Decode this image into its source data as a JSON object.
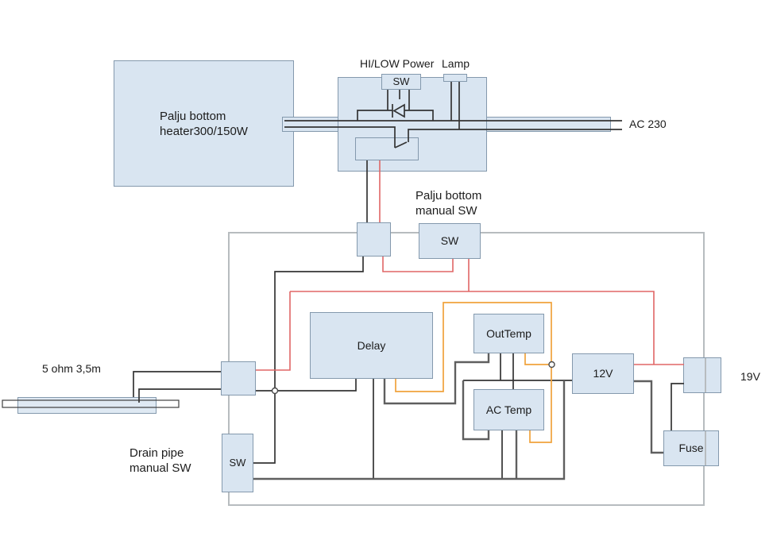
{
  "colors": {
    "box_fill": "#d9e5f1",
    "box_border": "#8499ad",
    "enclosure_border": "#b7bcbf",
    "wire_dark": "#343434",
    "wire_gray": "#5f5f5f",
    "wire_red": "#e06666",
    "wire_orange": "#f0a23c",
    "text": "#1c1c1c"
  },
  "labels": {
    "hilow_power": "HI/LOW Power",
    "lamp": "Lamp",
    "ac_230": "AC 230",
    "heater": {
      "line1": "Palju bottom",
      "line2": "heater300/150W"
    },
    "manual_sw": {
      "line1": "Palju bottom",
      "line2": "manual SW"
    },
    "resistance": "5 ohm 3,5m",
    "drain": {
      "line1": "Drain pipe",
      "line2": "manual SW"
    },
    "v19": "19V"
  },
  "boxes": {
    "hilow_sw": "SW",
    "palju_sw": "SW",
    "delay": "Delay",
    "out_temp": "OutTemp",
    "ac_temp": "AC Temp",
    "v12": "12V",
    "fuse": "Fuse",
    "drain_sw": "SW"
  }
}
